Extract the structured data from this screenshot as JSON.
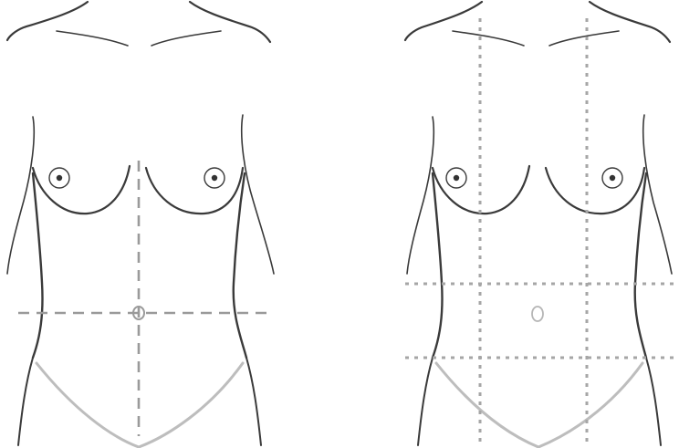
{
  "diagram": {
    "panels": [
      {
        "name": "four-quadrant-division",
        "regions": 4,
        "line_style": "long-dash"
      },
      {
        "name": "nine-region-division",
        "regions": 9,
        "line_style": "short-dot"
      }
    ],
    "colors": {
      "body_outline": "#3a3a3a",
      "fine_line": "#555555",
      "lower_abdomen_curve": "#bdbdbd",
      "quadrant_lines": "#9a9a9a",
      "region_lines": "#a6a6a6"
    }
  }
}
